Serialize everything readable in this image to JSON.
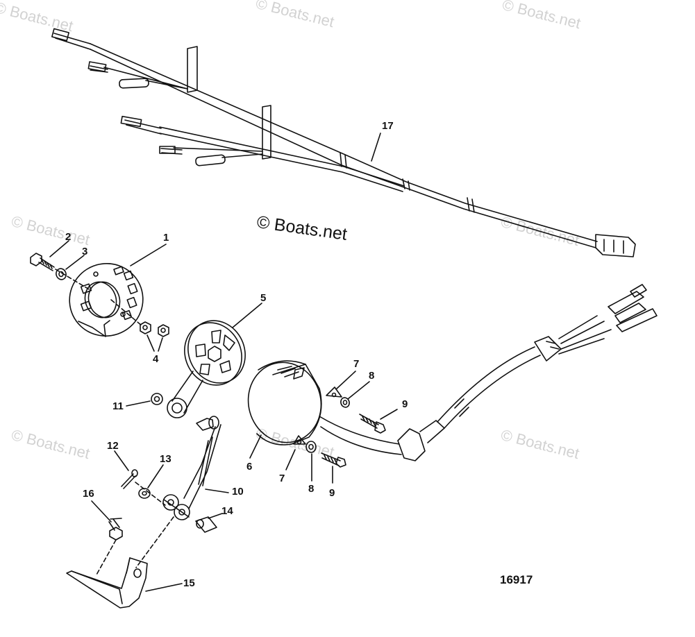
{
  "watermark_text": "© Boats.net",
  "diagram_number": "16917",
  "callouts": [
    "1",
    "2",
    "3",
    "4",
    "5",
    "6",
    "7",
    "7",
    "8",
    "8",
    "9",
    "9",
    "10",
    "11",
    "12",
    "13",
    "14",
    "15",
    "16",
    "17"
  ]
}
